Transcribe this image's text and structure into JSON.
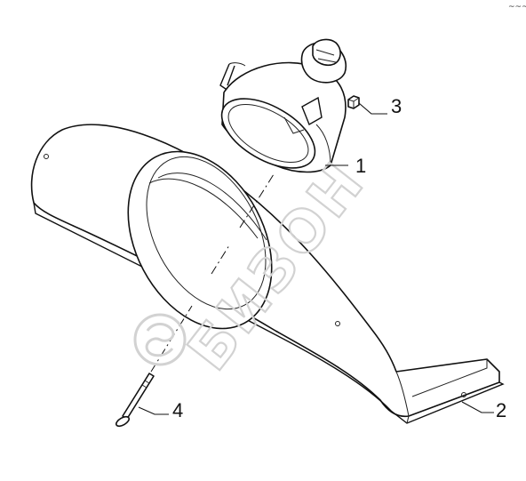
{
  "corner_mark": "~~~~",
  "watermark": "БИЗОН",
  "callouts": [
    {
      "id": "1",
      "label": "1"
    },
    {
      "id": "2",
      "label": "2"
    },
    {
      "id": "3",
      "label": "3"
    },
    {
      "id": "4",
      "label": "4"
    }
  ]
}
